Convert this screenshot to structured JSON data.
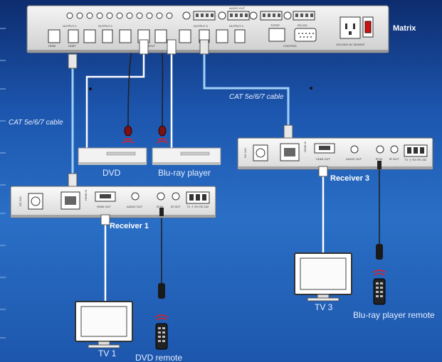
{
  "labels": {
    "matrix": "Matrix",
    "cat_left": "CAT 5e/6/7 cable",
    "cat_mid": "CAT 5e/6/7 cable",
    "dvd": "DVD",
    "bluray": "Blu-ray player",
    "receiver1": "Receiver 1",
    "receiver3": "Receiver 3",
    "tv1": "TV 1",
    "tv3": "TV 3",
    "dvd_remote": "DVD remote",
    "bluray_remote": "Blu-ray player remote"
  },
  "device_text": {
    "hdmi": "HDMI",
    "hdbt": "HDBT",
    "hdmi_out": "HDMI OUT",
    "hdmi_in": "HDMI IN",
    "audio_out": "AUDIO OUT",
    "ir_in": "IR IN",
    "ir_out": "IR OUT",
    "dc": "DC 24V",
    "rs232": "TX ⏚ RX RS 232",
    "output1": "OUTPUT 1",
    "output2": "OUTPUT 2",
    "output3": "OUTPUT 3",
    "output4": "OUTPUT 4",
    "input": "INPUT",
    "audio_out_top": "AUDIO OUT",
    "control": "CONTROL",
    "tcp_ip": "TCP/IP",
    "rs232_top": "RS-232",
    "power": "100-240V AC 50/60HZ"
  }
}
